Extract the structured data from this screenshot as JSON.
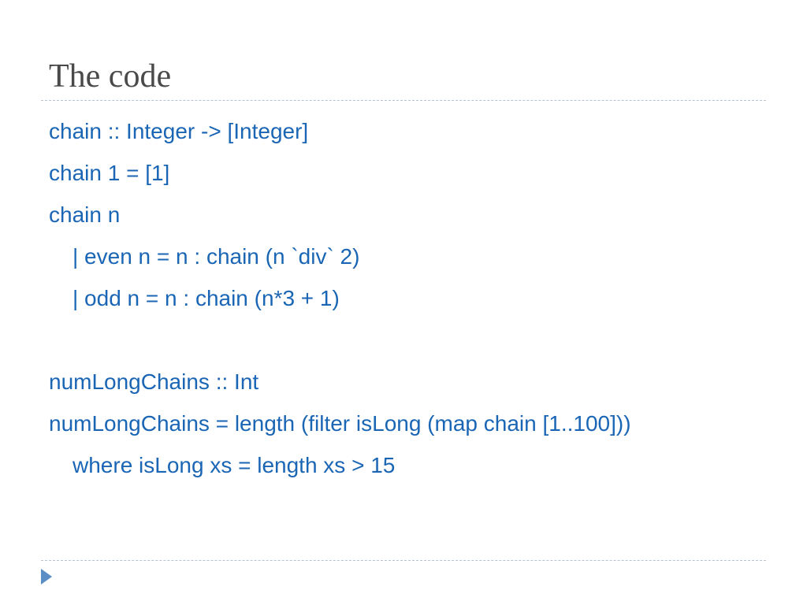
{
  "slide": {
    "title": "The code",
    "code_lines": [
      "chain :: Integer -> [Integer]",
      "chain 1 = [1]",
      "chain n",
      "| even n = n : chain (n `div` 2)",
      "| odd n = n : chain (n*3 + 1)",
      "",
      "numLongChains :: Int",
      "numLongChains = length (filter isLong (map chain [1..100]))",
      "where isLong xs = length xs > 15"
    ]
  },
  "colors": {
    "code_text": "#1a66b5",
    "title_text": "#4a4a4a",
    "rule": "#b7c3cf",
    "nav_arrow": "#5b8ec4"
  },
  "icons": {
    "nav": "play-triangle-icon"
  }
}
